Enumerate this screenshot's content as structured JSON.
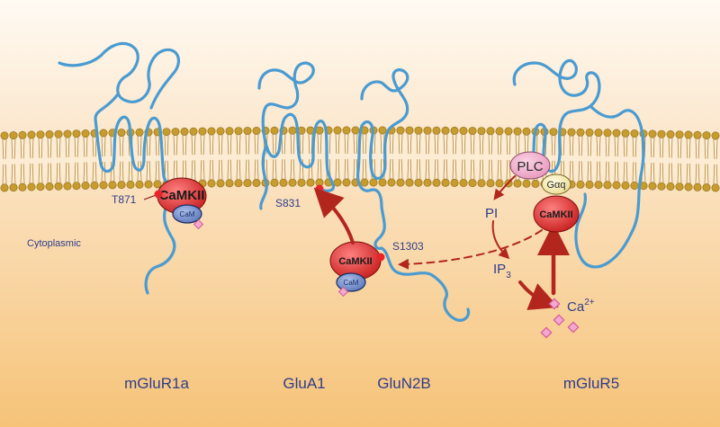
{
  "labels": {
    "cytoplasmic": "Cytoplasmic"
  },
  "receptors": {
    "mglur1a": "mGluR1a",
    "glua1": "GluA1",
    "glun2b": "GluN2B",
    "mglur5": "mGluR5"
  },
  "sites": {
    "t871": "T871",
    "s831": "S831",
    "s1303": "S1303"
  },
  "proteins": {
    "camkii": "CaMKII",
    "cam": "CaM",
    "plc": "PLC"
  },
  "signaling": {
    "pi": "PI",
    "ip": "IP",
    "ip_sub": "3",
    "ca": "Ca",
    "ca_sup": "2+",
    "galpha_q": "Gαq"
  },
  "colors": {
    "background_top": "#fbe7cf",
    "background_bottom": "#f6c57a",
    "chain": "#4a9bd1",
    "lipid_head": "#c79c2c",
    "camkii": "#e03a3a",
    "cam": "#6b86c9",
    "plc": "#f2a9c9",
    "galpha_q": "#f3e7a6",
    "arrow": "#b3261e",
    "calcium": "#f4a7cf",
    "label_text": "#2f3d8a"
  }
}
